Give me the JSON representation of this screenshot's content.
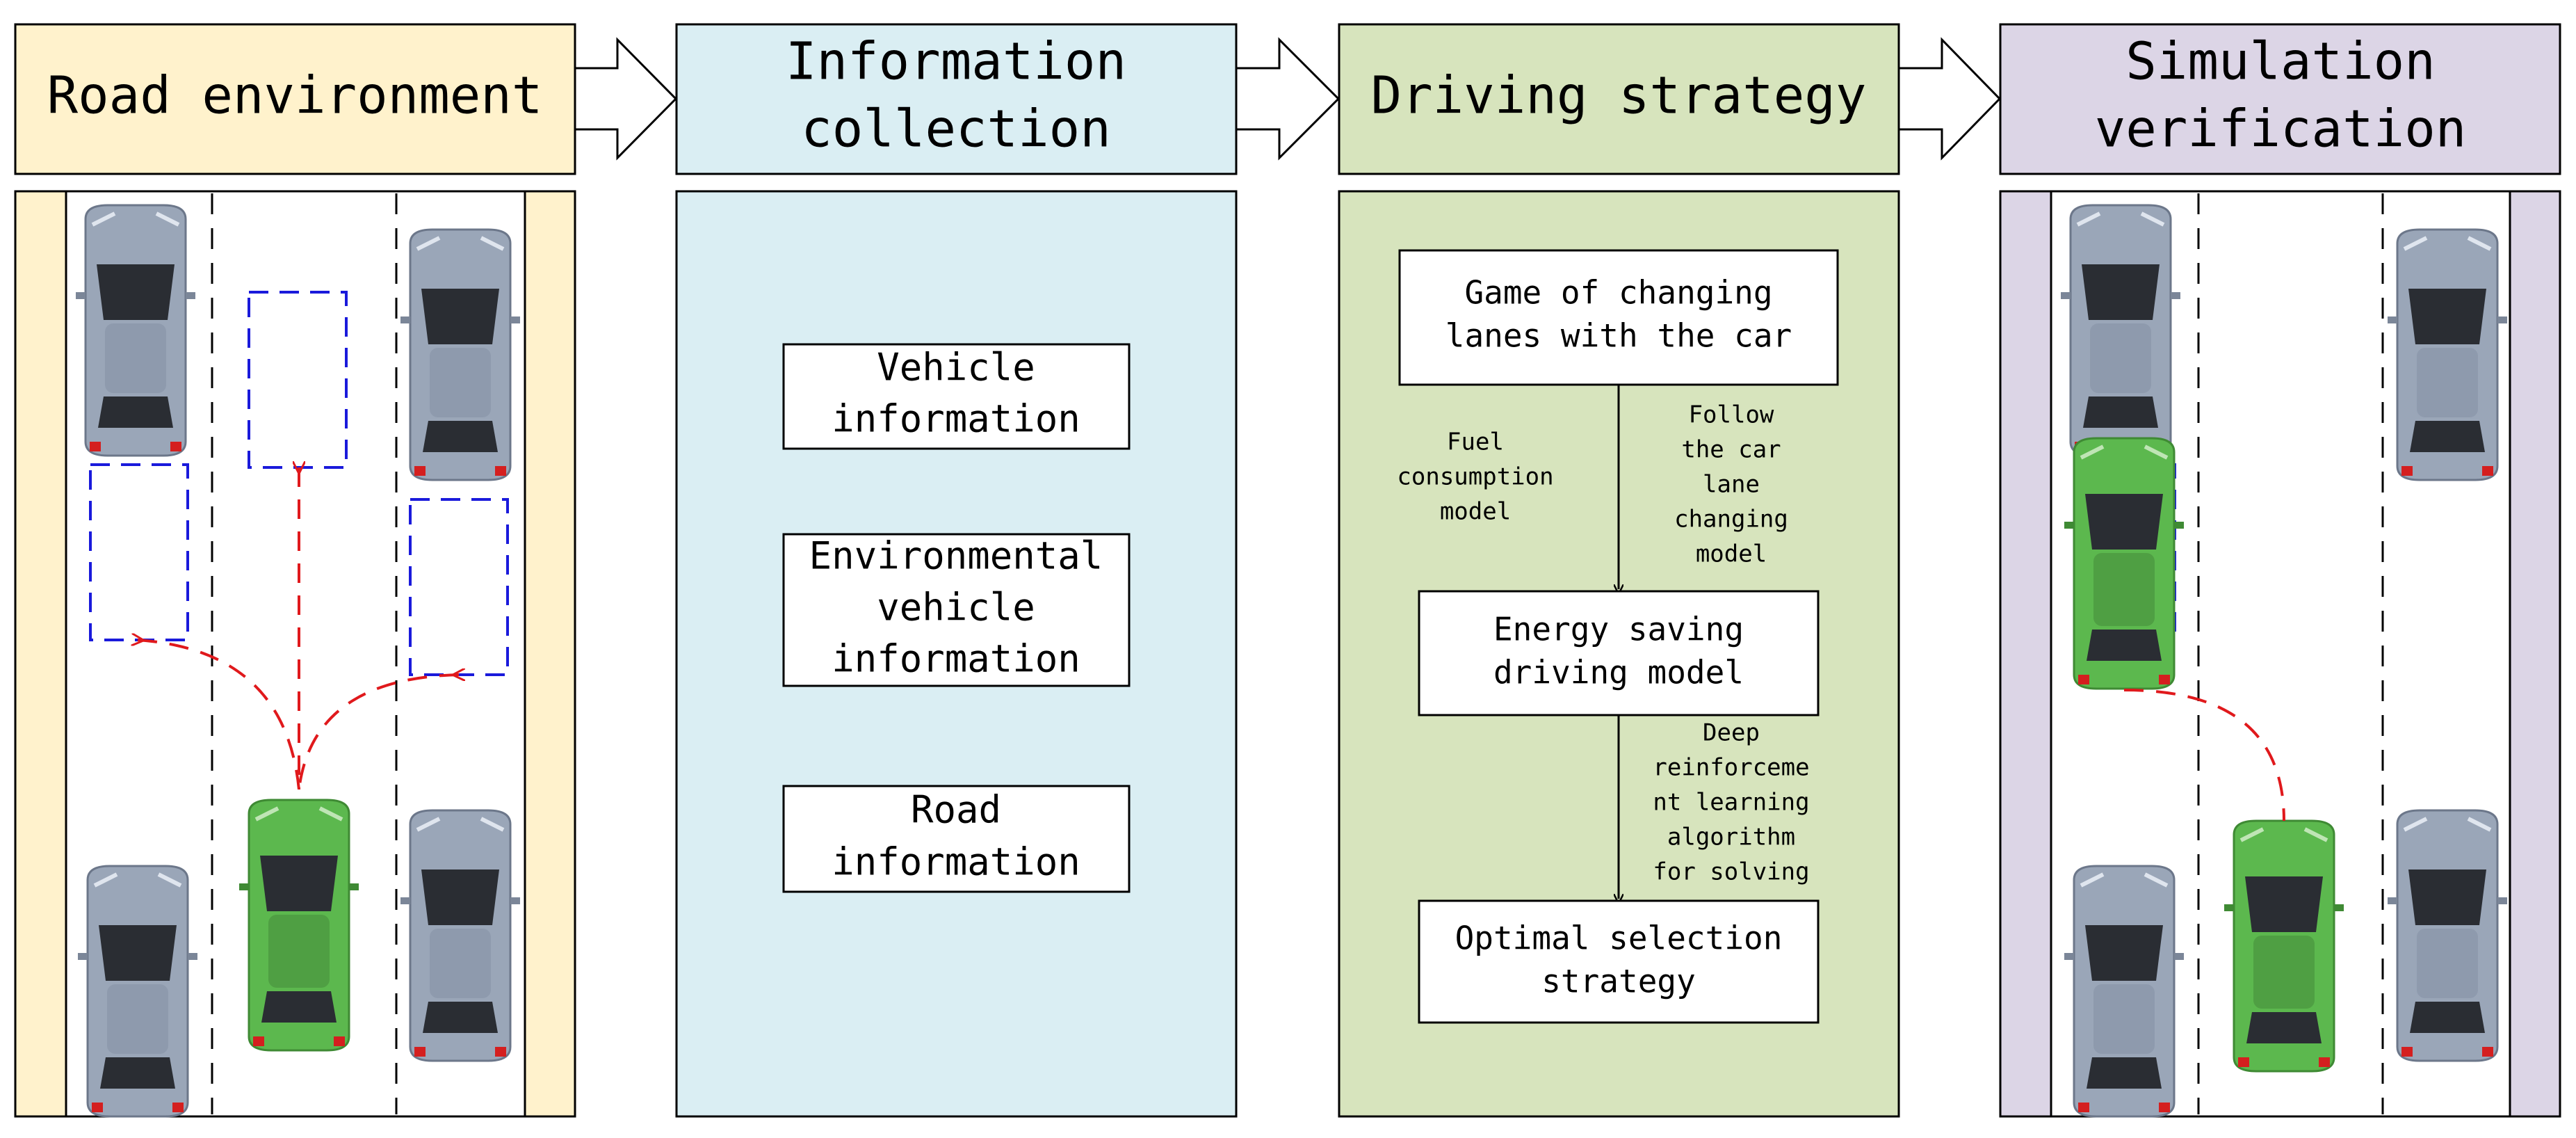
{
  "stages": [
    {
      "id": "road",
      "title_lines": [
        "Road environment"
      ],
      "fill": "#fff2cc"
    },
    {
      "id": "info",
      "title_lines": [
        "Information",
        "collection"
      ],
      "fill": "#daeef3"
    },
    {
      "id": "driving",
      "title_lines": [
        "Driving strategy"
      ],
      "fill": "#d7e4bd"
    },
    {
      "id": "sim",
      "title_lines": [
        "Simulation",
        "verification"
      ],
      "fill": "#dcd5e6"
    }
  ],
  "info_boxes": [
    {
      "lines": [
        "Vehicle",
        "information"
      ]
    },
    {
      "lines": [
        "Environmental",
        "vehicle",
        "information"
      ]
    },
    {
      "lines": [
        "Road",
        "information"
      ]
    }
  ],
  "strategy_boxes": [
    {
      "lines": [
        "Game of changing",
        "lanes with the car"
      ]
    },
    {
      "lines": [
        "Energy saving",
        "driving model"
      ]
    },
    {
      "lines": [
        "Optimal selection",
        "strategy"
      ]
    }
  ],
  "strategy_labels": {
    "fuel": [
      "Fuel",
      "consumption",
      "model"
    ],
    "follow": [
      "Follow",
      "the car",
      "lane",
      "changing",
      "model"
    ],
    "deep": [
      "Deep",
      "reinforceme",
      "nt learning",
      "algorithm",
      "for solving"
    ]
  },
  "colors": {
    "ego_car": "#5cb84e",
    "other_car": "#9aa6b8",
    "trajectory": "#e0191c",
    "candidate_box": "#1a1adb"
  }
}
